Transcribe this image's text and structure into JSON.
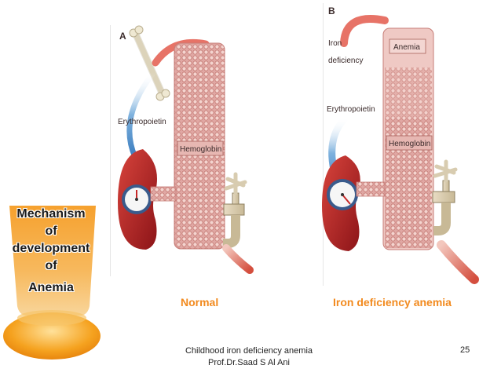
{
  "side_label": {
    "lines": [
      "Mechanism",
      "of",
      "development",
      "of",
      "Anemia"
    ]
  },
  "panel_a": {
    "letter": "A",
    "erythropoietin": "Erythropoietin",
    "hemoglobin": "Hemoglobin",
    "caption": "Normal"
  },
  "panel_b": {
    "letter": "B",
    "iron_line1": "Iron",
    "iron_line2": "deficiency",
    "anemia": "Anemia",
    "erythropoietin": "Erythropoietin",
    "hemoglobin": "Hemoglobin",
    "caption": "Iron deficiency anemia"
  },
  "footer": {
    "line1": "Childhood iron deficiency anemia",
    "line2": "Prof.Dr.Saad S Al Ani",
    "page_number": "25"
  },
  "colors": {
    "caption": "#f28a1e",
    "side_gradient_top": "#f7a63a",
    "side_gradient_bottom": "#f6d79a",
    "tank": "#d99896",
    "kidney": "#b2262a",
    "arrow_red": "#e05a4a",
    "arrow_blue": "#6aa3d6"
  }
}
